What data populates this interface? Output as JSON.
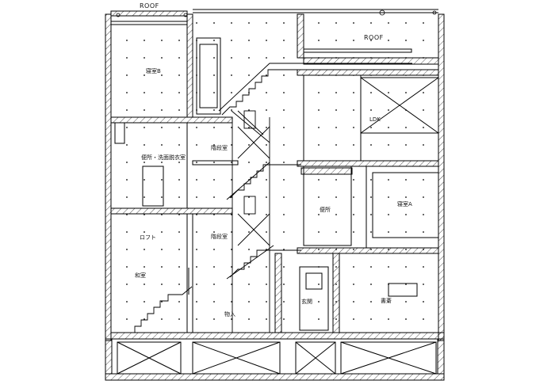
{
  "labels": {
    "roof_top": "ROOF",
    "roof_right": "ROOF",
    "bedroom_b": "寝室B",
    "ldk": "LDK",
    "toilet_washroom": "便所・洗面脱衣室",
    "stair_upper": "階段室",
    "toilet": "便所",
    "bedroom_a": "寝室A",
    "loft": "ロフト",
    "stair_lower": "階段室",
    "japanese_room": "和室",
    "storage": "物入",
    "entrance": "玄関",
    "study": "書斎"
  }
}
